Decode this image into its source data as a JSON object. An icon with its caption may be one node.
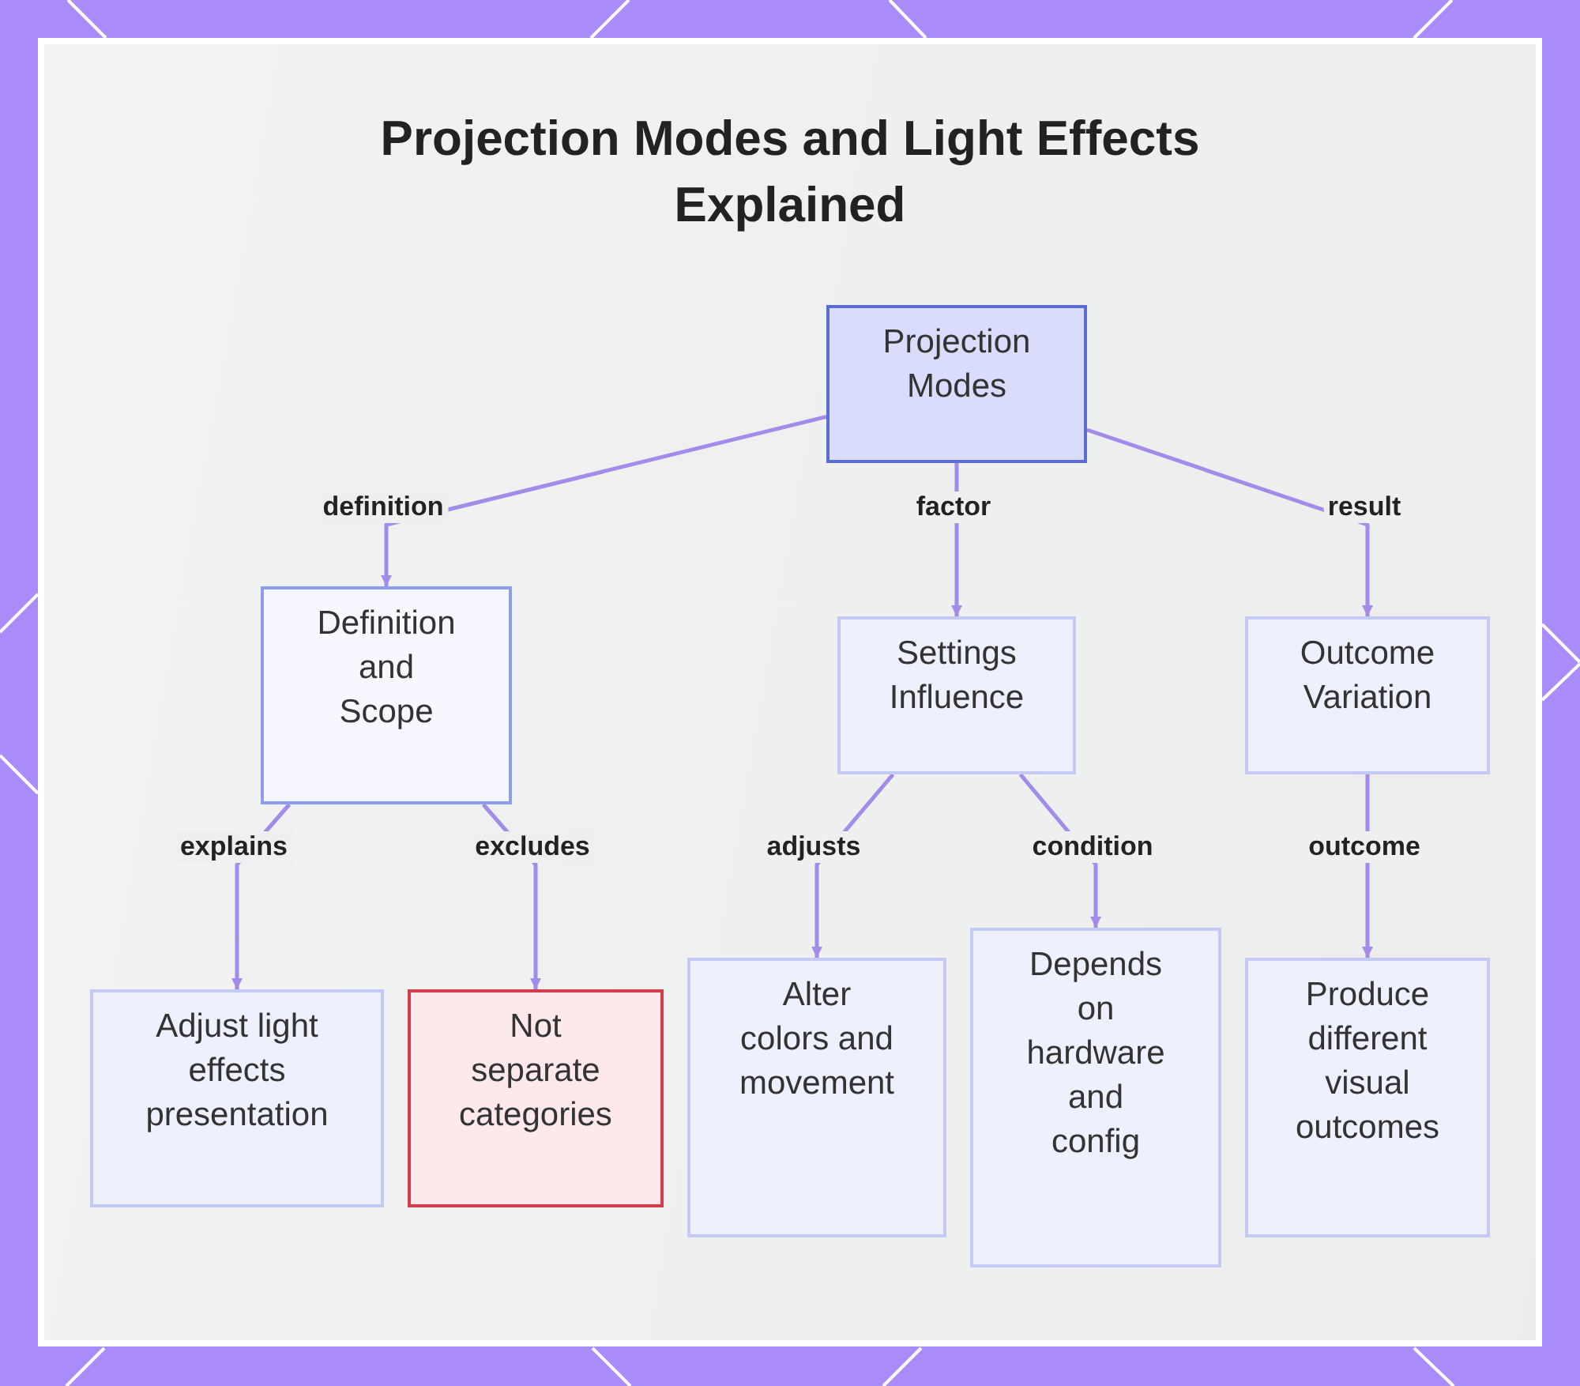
{
  "diagram": {
    "title": "Projection Modes and Light Effects Explained",
    "nodes": [
      {
        "text": [
          "Projection Modes"
        ]
      },
      {
        "text": [
          "Definition and Scope"
        ]
      },
      {
        "text": [
          "Settings Influence"
        ]
      },
      {
        "text": [
          "Outcome Variation"
        ]
      },
      {
        "text": [
          "Adjust light effects presentation"
        ]
      },
      {
        "text": [
          "Not separate categories"
        ]
      },
      {
        "text": [
          "Alter colors and movement"
        ]
      },
      {
        "text": [
          "Depends on hardware and config"
        ]
      },
      {
        "text": [
          "Produce different visual outcomes"
        ]
      }
    ],
    "edges": [
      {
        "from": 0,
        "to": 1,
        "arrow": "to",
        "label": "definition"
      },
      {
        "from": 0,
        "to": 2,
        "arrow": "to",
        "label": "factor"
      },
      {
        "from": 0,
        "to": 3,
        "arrow": "to",
        "label": "result"
      },
      {
        "from": 1,
        "to": 4,
        "arrow": "to",
        "label": "explains"
      },
      {
        "from": 1,
        "to": 5,
        "arrow": "to",
        "label": "excludes"
      },
      {
        "from": 2,
        "to": 6,
        "arrow": "to",
        "label": "adjusts"
      },
      {
        "from": 2,
        "to": 7,
        "arrow": "to",
        "label": "condition"
      },
      {
        "from": 3,
        "to": 8,
        "arrow": "to",
        "label": "outcome"
      }
    ]
  }
}
